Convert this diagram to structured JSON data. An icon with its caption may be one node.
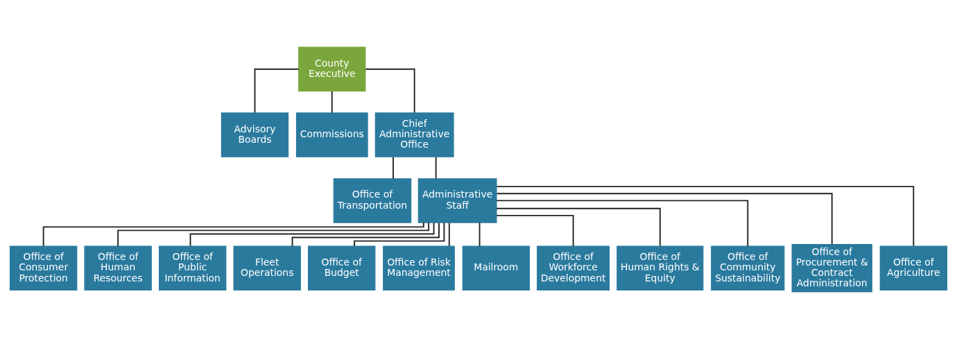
{
  "diagram": {
    "nodes": [
      {
        "text": [
          "County Executive"
        ]
      },
      {
        "text": [
          "Advisory Boards"
        ]
      },
      {
        "text": [
          "Commissions"
        ]
      },
      {
        "text": [
          "Chief Administrative Office"
        ]
      },
      {
        "text": [
          "Office of Transportation"
        ]
      },
      {
        "text": [
          "Administrative Staff"
        ]
      },
      {
        "text": [
          "Office of Consumer Protection"
        ]
      },
      {
        "text": [
          "Office of Human Resources"
        ]
      },
      {
        "text": [
          "Office of Public Information"
        ]
      },
      {
        "text": [
          "Fleet Operations"
        ]
      },
      {
        "text": [
          "Office of Budget"
        ]
      },
      {
        "text": [
          "Office of Risk Management"
        ]
      },
      {
        "text": [
          "Mailroom"
        ]
      },
      {
        "text": [
          "Office of Workforce Development"
        ]
      },
      {
        "text": [
          "Office of Human Rights & Equity"
        ]
      },
      {
        "text": [
          "Office of Community Sustainability"
        ]
      },
      {
        "text": [
          "Office of Procurement & Contract Administration"
        ]
      },
      {
        "text": [
          "Office of Agriculture"
        ]
      }
    ],
    "edges": [
      {
        "from": 0,
        "to": 1,
        "arrow": "none"
      },
      {
        "from": 0,
        "to": 2,
        "arrow": "none"
      },
      {
        "from": 0,
        "to": 3,
        "arrow": "none"
      },
      {
        "from": 3,
        "to": 4,
        "arrow": "none"
      },
      {
        "from": 3,
        "to": 5,
        "arrow": "none"
      },
      {
        "from": 5,
        "to": 6,
        "arrow": "none"
      },
      {
        "from": 5,
        "to": 7,
        "arrow": "none"
      },
      {
        "from": 5,
        "to": 8,
        "arrow": "none"
      },
      {
        "from": 5,
        "to": 9,
        "arrow": "none"
      },
      {
        "from": 5,
        "to": 10,
        "arrow": "none"
      },
      {
        "from": 5,
        "to": 11,
        "arrow": "none"
      },
      {
        "from": 5,
        "to": 12,
        "arrow": "none"
      },
      {
        "from": 5,
        "to": 13,
        "arrow": "none"
      },
      {
        "from": 5,
        "to": 14,
        "arrow": "none"
      },
      {
        "from": 5,
        "to": 15,
        "arrow": "none"
      },
      {
        "from": 5,
        "to": 16,
        "arrow": "none"
      },
      {
        "from": 5,
        "to": 17,
        "arrow": "none"
      }
    ]
  }
}
